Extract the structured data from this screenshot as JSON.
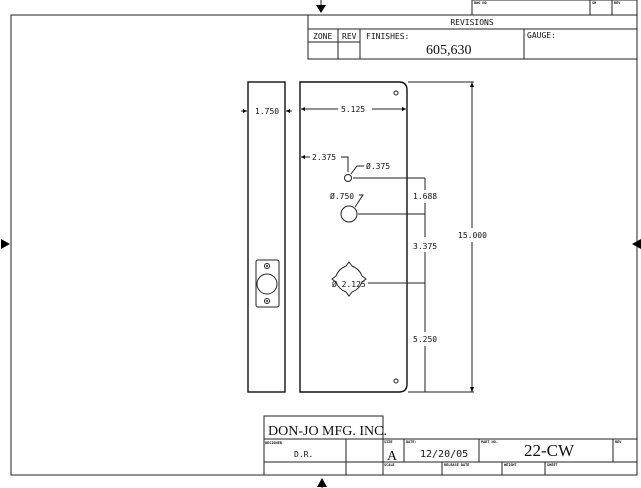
{
  "revisions": {
    "dwg_no_label": "DWG NO",
    "sh_label": "SH",
    "rev_label": "REV",
    "title": "REVISIONS",
    "zone_label": "ZONE",
    "rev_col_label": "REV",
    "finishes_label": "FINISHES:",
    "finishes_value": "605,630",
    "gauge_label": "GAUGE:"
  },
  "dimensions": {
    "side_width": "1.750",
    "plate_width": "5.125",
    "hole_offset": "2.375",
    "small_hole_dia": "Ø.375",
    "mid_hole_dia": "Ø.750",
    "big_hole_dia": "Ø 2.125",
    "spacing_1": "1.688",
    "spacing_2": "3.375",
    "spacing_3": "5.250",
    "height": "15.000"
  },
  "title_block": {
    "company": "DON-JO MFG. INC.",
    "designer_label": "DESIGNER",
    "designer": "D.R.",
    "size_label": "SIZE",
    "size": "A",
    "date_label": "DATE:",
    "date": "12/20/05",
    "part_no_label": "PART NO.",
    "part_no": "22-CW",
    "rev_label": "REV",
    "scale_label": "SCALE",
    "release_date_label": "RELEASE DATE",
    "weight_label": "WEIGHT",
    "sheet_label": "SHEET"
  }
}
